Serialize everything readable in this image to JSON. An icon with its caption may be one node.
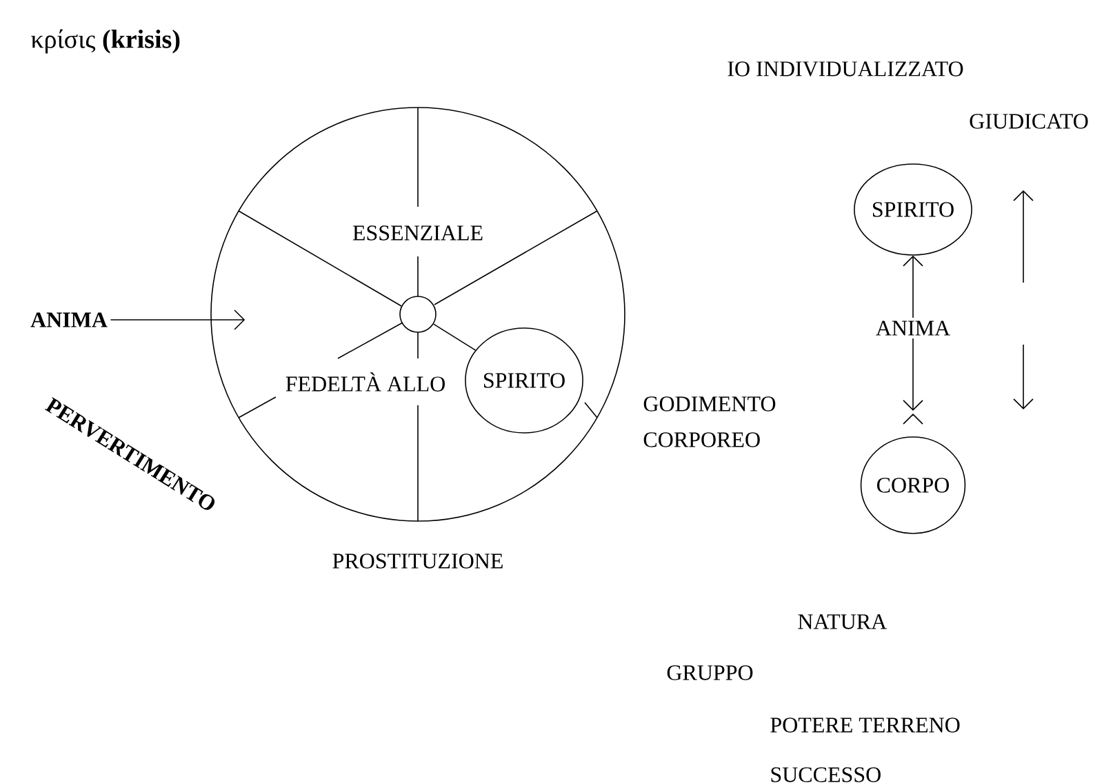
{
  "diagram": {
    "title": "κρίσις **(krisis)**",
    "nodes": [
      {
        "text": [],
        "shape": "circle"
      },
      {
        "text": [],
        "shape": "circle",
        "in": 0
      },
      {
        "text": [
          "SPIRITO"
        ],
        "in": 0
      },
      {
        "text": [
          "ANIMA"
        ]
      },
      {
        "text": [
          "SPIRITO"
        ]
      },
      {
        "text": [
          "ANIMA"
        ]
      },
      {
        "text": [
          "CORPO"
        ]
      }
    ],
    "edges": [
      {
        "from": 3,
        "to": 0,
        "arrow": "to"
      },
      {
        "from": 5,
        "to": 4,
        "arrow": "to"
      },
      {
        "from": 5,
        "to": null,
        "arrow": "to"
      },
      {
        "from": 6,
        "to": null,
        "arrow": "to"
      },
      {
        "from": 1,
        "to": 2,
        "arrow": "none"
      }
    ],
    "labels": [
      "ESSENZIALE",
      "FEDELTÀ ALLO",
      "PERVERTIMENTO",
      "PROSTITUZIONE",
      "IO INDIVIDUALIZZATO",
      "GIUDICATO",
      "GODIMENTO CORPOREO",
      "NATURA",
      "GRUPPO",
      "POTERE TERRENO",
      "SUCCESSO"
    ]
  }
}
